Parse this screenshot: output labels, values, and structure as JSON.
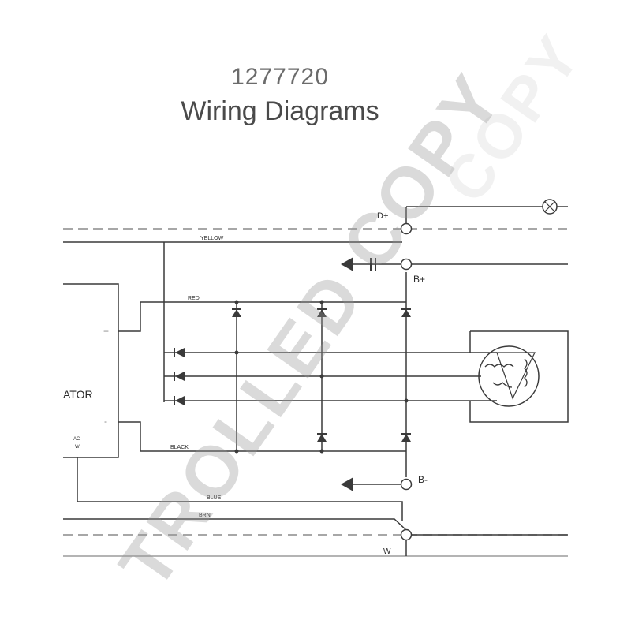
{
  "header": {
    "part_number": "1277720",
    "title": "Wiring Diagrams"
  },
  "diagram": {
    "terminals": {
      "d_plus": "D+",
      "b_plus": "B+",
      "b_minus": "B-",
      "w": "W"
    },
    "wires": {
      "yellow": "YELLOW",
      "red": "RED",
      "black": "BLACK",
      "lower_1": "BLUE",
      "lower_2": "BRN"
    },
    "regulator": {
      "label": "ATOR",
      "plus": "+",
      "minus": "-",
      "ac_label": "AC",
      "w_label": "W"
    }
  },
  "watermark": {
    "text": "TROLLED COPY",
    "ghost": "COPY"
  },
  "colors": {
    "line": "#3a3a3a",
    "dashed": "#8a8a8a",
    "watermark": "#969696"
  }
}
